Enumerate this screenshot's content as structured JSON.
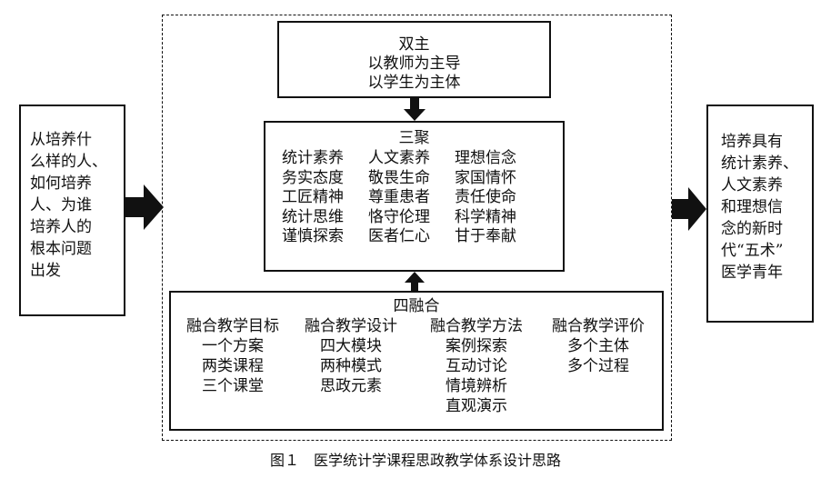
{
  "left_box": {
    "lines": [
      "从培养什",
      "么样的人、",
      "如何培养",
      "人、为谁",
      "培养人的",
      "根本问题",
      "出发"
    ]
  },
  "right_box": {
    "lines": [
      "培养具有",
      "统计素养、",
      "人文素养",
      "和理想信",
      "念的新时",
      "代“五术”",
      "医学青年"
    ]
  },
  "top_box": {
    "title": "双主",
    "line1": "以教师为主导",
    "line2": "以学生为主体"
  },
  "middle_box": {
    "title": "三聚",
    "rows": [
      [
        "统计素养",
        "人文素养",
        "理想信念"
      ],
      [
        "务实态度",
        "敬畏生命",
        "家国情怀"
      ],
      [
        "工匠精神",
        "尊重患者",
        "责任使命"
      ],
      [
        "统计思维",
        "恪守伦理",
        "科学精神"
      ],
      [
        "谨慎探索",
        "医者仁心",
        "甘于奉献"
      ]
    ]
  },
  "bottom_box": {
    "title": "四融合",
    "columns": [
      {
        "header": "融合教学目标",
        "items": [
          "一个方案",
          "两类课程",
          "三个课堂"
        ]
      },
      {
        "header": "融合教学设计",
        "items": [
          "四大模块",
          "两种模式",
          "思政元素"
        ]
      },
      {
        "header": "融合教学方法",
        "items": [
          "案例探索",
          "互动讨论",
          "情境辨析",
          "直观演示"
        ]
      },
      {
        "header": "融合教学评价",
        "items": [
          "多个主体",
          "多个过程"
        ]
      }
    ]
  },
  "caption": "图１　医学统计学课程思政教学体系设计思路"
}
